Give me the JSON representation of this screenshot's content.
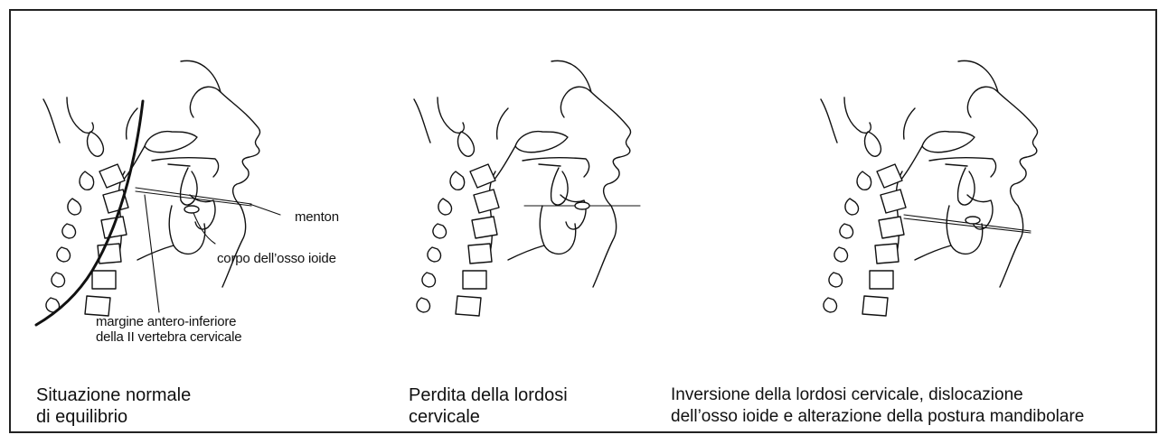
{
  "panels": [
    {
      "caption": [
        "Situazione normale",
        "di equilibrio"
      ],
      "labels": {
        "menton": "menton",
        "hyoid": "corpo dell’osso ioide",
        "vertebra": [
          "margine antero-inferiore",
          "della II vertebra cervicale"
        ]
      }
    },
    {
      "caption": [
        "Perdita della lordosi",
        "cervicale"
      ]
    },
    {
      "caption": [
        "Inversione della lordosi cervicale, dislocazione",
        "dell’osso ioide e alterazione della postura mandibolare"
      ]
    }
  ]
}
